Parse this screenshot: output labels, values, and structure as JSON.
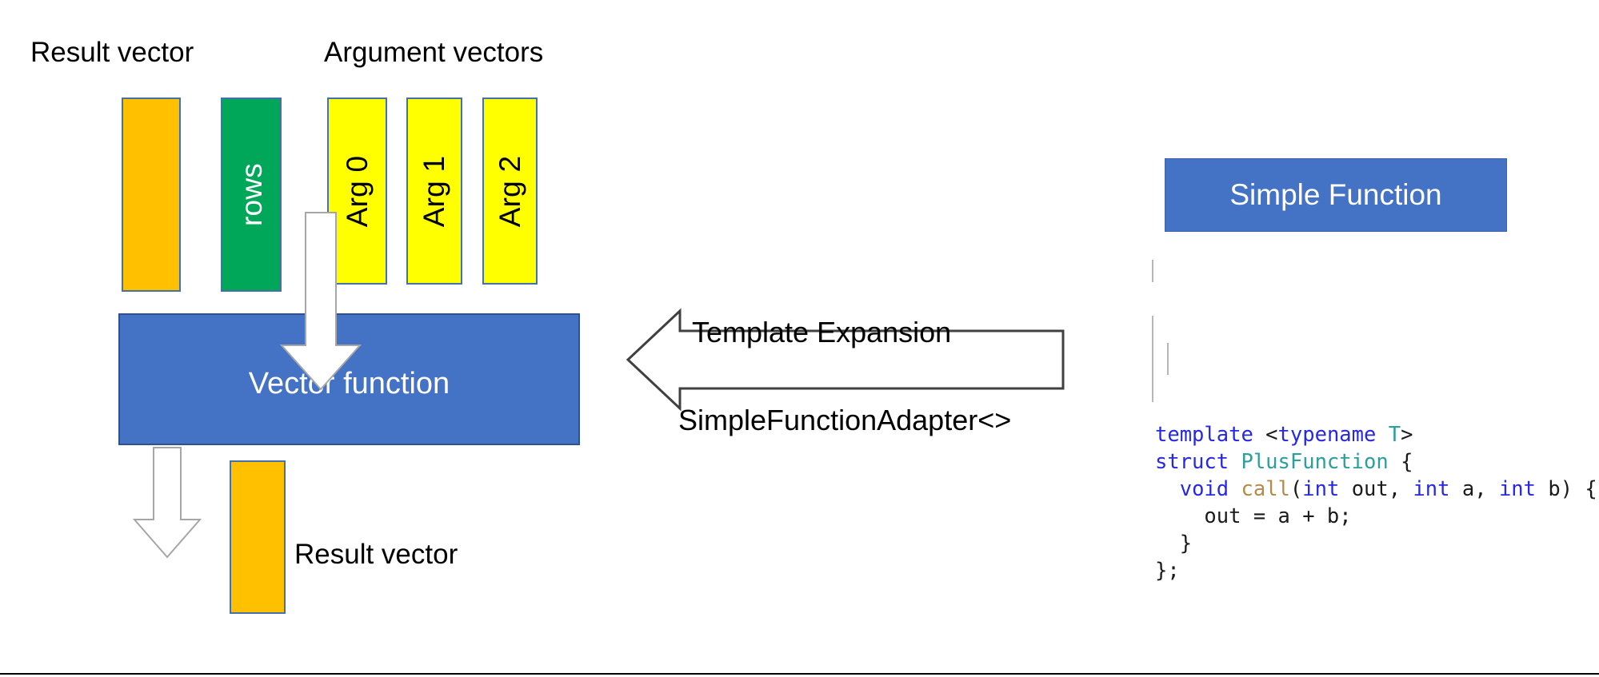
{
  "slide": {
    "title_labels": {
      "result_vector_top": "Result vector",
      "argument_vectors": "Argument vectors"
    },
    "columns": [
      {
        "name": "result",
        "label": "",
        "color": "#ffc000"
      },
      {
        "name": "rows",
        "label": "rows",
        "color": "#00a758"
      },
      {
        "name": "arg0",
        "label": "Arg 0",
        "color": "#ffff00"
      },
      {
        "name": "arg1",
        "label": "Arg 1",
        "color": "#ffff00"
      },
      {
        "name": "arg2",
        "label": "Arg 2",
        "color": "#ffff00"
      }
    ],
    "process_box": {
      "label": "Vector function",
      "color": "#4472c4"
    },
    "result_output": {
      "label": "Result vector",
      "color": "#ffc000"
    },
    "arrow": {
      "top_label": "Template Expansion",
      "bottom_label": "SimpleFunctionAdapter<>"
    },
    "banner": {
      "label": "Simple Function",
      "color": "#4472c4"
    },
    "code": {
      "language": "cpp",
      "lines": [
        [
          {
            "t": "template ",
            "c": "kw"
          },
          {
            "t": "<",
            "c": "pln"
          },
          {
            "t": "typename ",
            "c": "kw"
          },
          {
            "t": "T",
            "c": "typ"
          },
          {
            "t": ">",
            "c": "pln"
          }
        ],
        [
          {
            "t": "struct ",
            "c": "kw"
          },
          {
            "t": "PlusFunction ",
            "c": "typ"
          },
          {
            "t": "{",
            "c": "pln"
          }
        ],
        [
          {
            "t": "  ",
            "c": "pln"
          },
          {
            "t": "void ",
            "c": "kw"
          },
          {
            "t": "call",
            "c": "fn"
          },
          {
            "t": "(",
            "c": "pln"
          },
          {
            "t": "int ",
            "c": "kw"
          },
          {
            "t": "out, ",
            "c": "pln"
          },
          {
            "t": "int ",
            "c": "kw"
          },
          {
            "t": "a, ",
            "c": "pln"
          },
          {
            "t": "int ",
            "c": "kw"
          },
          {
            "t": "b) {",
            "c": "pln"
          }
        ],
        [
          {
            "t": "    out = a + b;",
            "c": "pln"
          }
        ],
        [
          {
            "t": "  }",
            "c": "pln"
          }
        ],
        [
          {
            "t": "};",
            "c": "pln"
          }
        ]
      ]
    },
    "colors": {
      "orange": "#ffc000",
      "green": "#00a758",
      "yellow": "#ffff00",
      "blue": "#4472c4",
      "bar_border": "#4472a8",
      "arrow_outline": "#a6a6a6",
      "arrow_black": "#3f3f3f"
    }
  }
}
